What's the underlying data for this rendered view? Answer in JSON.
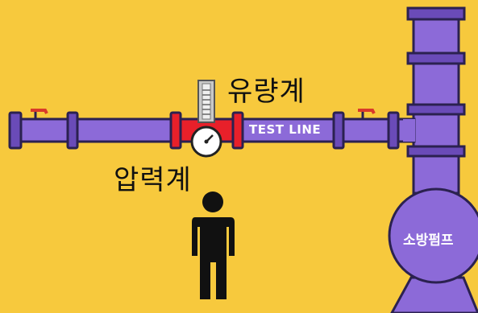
{
  "labels": {
    "flowmeter": "유량계",
    "pressure_gauge": "압력계",
    "test_line": "TEST LINE",
    "fire_pump": "소방펌프"
  },
  "colors": {
    "background": "#f7c93d",
    "pipe": "#8c6ad8",
    "pipe_outline": "#2b2150",
    "flange": "#6a4bb8",
    "red_section": "#e8202a",
    "valve_handle": "#d93a2a",
    "flowmeter_tube": "#c8c8c8",
    "person": "#111111"
  },
  "icons": [
    "flowmeter-icon",
    "pressure-gauge-icon",
    "person-icon",
    "valve-handle-icon",
    "fire-pump-icon"
  ]
}
